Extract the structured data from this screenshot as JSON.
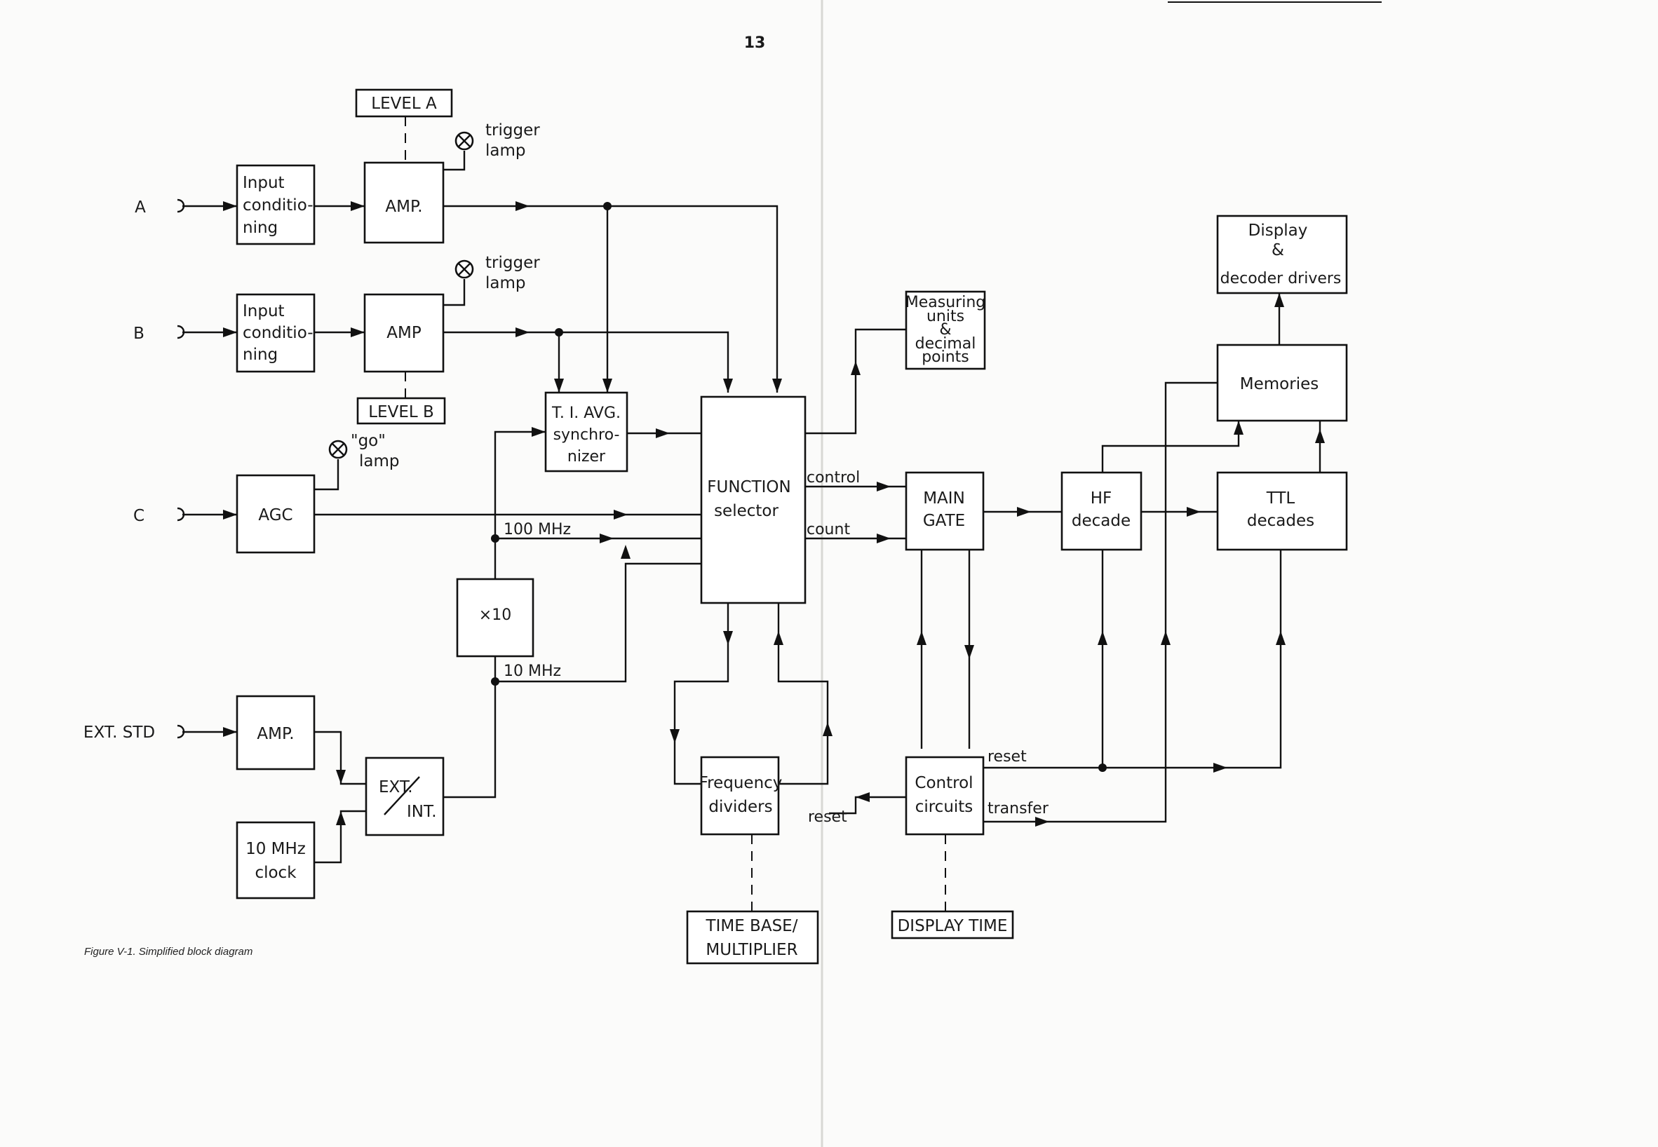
{
  "page_number": "13",
  "caption": "Figure V-1.   Simplified block diagram",
  "inputs": {
    "a": "A",
    "b": "B",
    "c": "C",
    "ext_std": "EXT. STD"
  },
  "level_a": "LEVEL A",
  "level_b": "LEVEL B",
  "lamps": {
    "trigger_a": [
      "trigger",
      "lamp"
    ],
    "trigger_b": [
      "trigger",
      "lamp"
    ],
    "go": [
      "\"go\"",
      "lamp"
    ]
  },
  "blocks": {
    "input_cond_a": [
      "Input",
      "conditio-",
      "ning"
    ],
    "input_cond_b": [
      "Input",
      "conditio-",
      "ning"
    ],
    "amp_a": [
      "AMP."
    ],
    "amp_b": [
      "AMP"
    ],
    "agc": [
      "AGC"
    ],
    "amp_ext": [
      "AMP."
    ],
    "clock": [
      "10 MHz",
      "clock"
    ],
    "ext_int": [
      "EXT.",
      "INT."
    ],
    "x10": [
      "×10"
    ],
    "ti_avg": [
      "T. I. AVG.",
      "synchro-",
      "nizer"
    ],
    "function": [
      "FUNCTION",
      "selector"
    ],
    "measuring": [
      "Measuring",
      "units",
      "&",
      "decimal",
      "points"
    ],
    "main_gate": [
      "MAIN",
      "GATE"
    ],
    "hf_decade": [
      "HF",
      "decade"
    ],
    "ttl_decades": [
      "TTL",
      "decades"
    ],
    "memories": [
      "Memories"
    ],
    "display": [
      "Display",
      "&",
      "decoder drivers"
    ],
    "freq_div": [
      "Frequency",
      "dividers"
    ],
    "control": [
      "Control",
      "circuits"
    ],
    "time_base": [
      "TIME  BASE/",
      "MULTIPLIER"
    ],
    "display_time": [
      "DISPLAY TIME"
    ]
  },
  "signals": {
    "f100": "100 MHz",
    "f10": "10 MHz",
    "control": "control",
    "count": "count",
    "reset_fd": "reset",
    "reset_cc": "reset",
    "transfer": "transfer"
  }
}
